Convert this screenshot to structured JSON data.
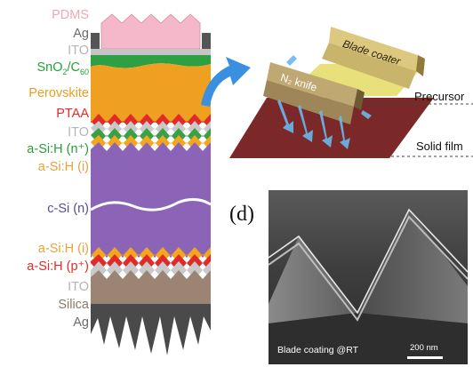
{
  "stack_labels": [
    {
      "text": "PDMS",
      "color": "#f2a7b7"
    },
    {
      "text": "Ag",
      "color": "#6b6b6b"
    },
    {
      "text": "ITO",
      "color": "#b5b5b5"
    },
    {
      "text": "SnO",
      "sub": "2",
      "tail": "/C",
      "sub2": "60",
      "color": "#27a03a"
    },
    {
      "text": "Perovskite",
      "color": "#ef9e1b"
    },
    {
      "text": "PTAA",
      "color": "#e22b2b"
    },
    {
      "text": "ITO",
      "color": "#b5b5b5"
    },
    {
      "text": "a-Si:H (n⁺)",
      "color": "#2c9b3a"
    },
    {
      "text": "a-Si:H (i)",
      "color": "#e9a23b"
    },
    {
      "text": "c-Si (n)",
      "color": "#5b4a9b"
    },
    {
      "text": "a-Si:H (i)",
      "color": "#e9a23b"
    },
    {
      "text": "a-Si:H (p⁺)",
      "color": "#e22b2b"
    },
    {
      "text": "ITO",
      "color": "#b5b5b5"
    },
    {
      "text": "Silica",
      "color": "#8b7a6a"
    },
    {
      "text": "Ag",
      "color": "#6b6b6b"
    }
  ],
  "process": {
    "blade_coater": "Blade coater",
    "n2_knife": "N₂ knife",
    "precursor": "Precursor",
    "solid_film": "Solid film"
  },
  "panel": {
    "letter": "(d)",
    "sem_caption": "Blade coating @RT",
    "scale_bar": "200 nm"
  },
  "colors": {
    "pdms": "#f5b8cb",
    "ag": "#5e5e5e",
    "ito": "#c4c4c4",
    "etl": "#2ea043",
    "perovskite": "#f0a020",
    "ptaa": "#e12a2a",
    "a_si_n": "#3aa045",
    "a_si_i": "#f4a71e",
    "c_si": "#8b64b8",
    "silica": "#9b8474",
    "substrate": "#7a2a2a",
    "arrow": "#3a8fe0"
  }
}
